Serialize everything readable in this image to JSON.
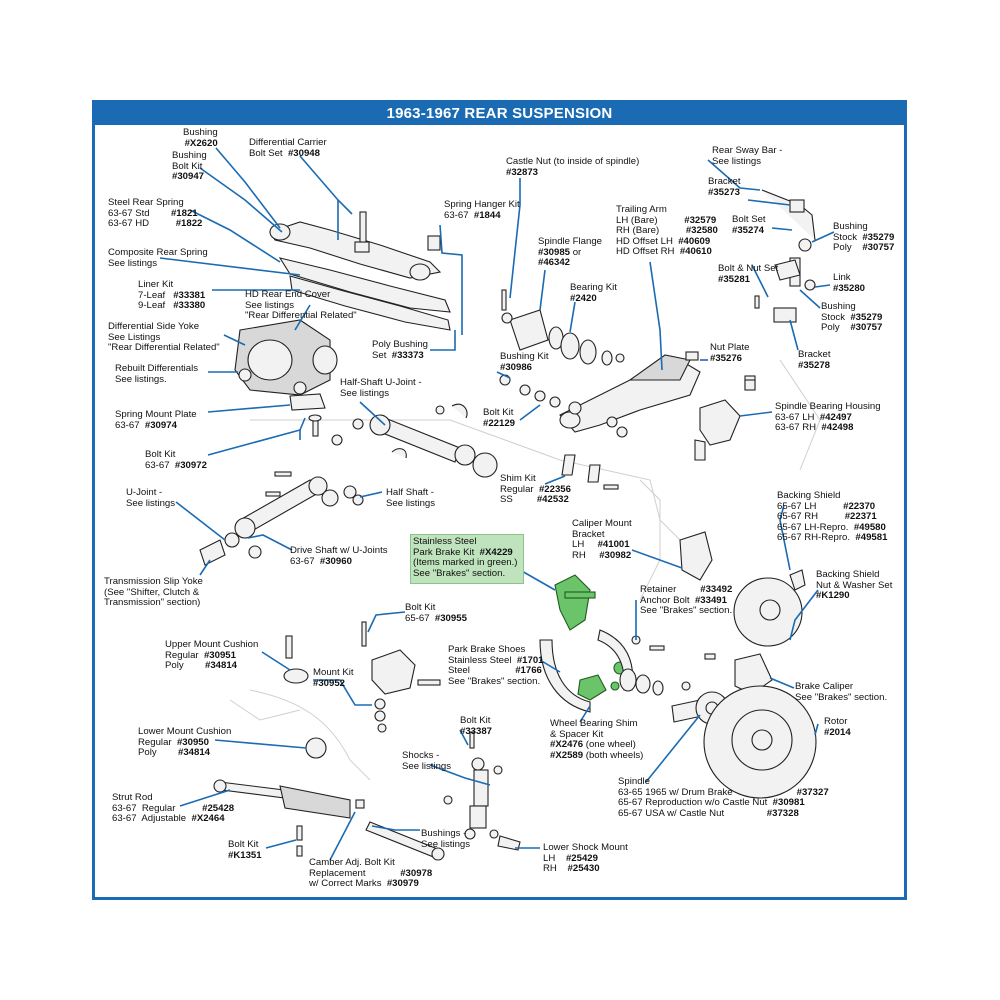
{
  "title": "1963-1967 REAR SUSPENSION",
  "colors": {
    "frame": "#1a6bb3",
    "leader": "#1a6bb3",
    "green_highlight": "#bfe3bd"
  },
  "labels": {
    "bushing_x2620": {
      "line1": "Bushing",
      "line2": "#X2620"
    },
    "bushing_bolt_kit": {
      "line1": "Bushing",
      "line2": "Bolt Kit",
      "line3": "#30947"
    },
    "diff_carrier_bolt_set": {
      "line1": "Differential Carrier",
      "line2": "Bolt Set",
      "part": "#30948"
    },
    "steel_rear_spring": {
      "line1": "Steel Rear Spring",
      "line2": "63-67 Std",
      "part2": "#1821",
      "line3": "63-67 HD",
      "part3": "#1822"
    },
    "composite_rear_spring": {
      "line1": "Composite Rear Spring",
      "line2": "See listings"
    },
    "liner_kit": {
      "line1": "Liner Kit",
      "line2": "7-Leaf",
      "part2": "#33381",
      "line3": "9-Leaf",
      "part3": "#33380"
    },
    "hd_rear_end_cover": {
      "line1": "HD Rear End Cover",
      "line2": "See listings",
      "line3": "\"Rear Differential Related\""
    },
    "diff_side_yoke": {
      "line1": "Differential Side Yoke",
      "line2": "See Listings",
      "line3": "\"Rear Differential Related\""
    },
    "rebuilt_differentials": {
      "line1": "Rebuilt Differentials",
      "line2": "See listings."
    },
    "spring_mount_plate": {
      "line1": "Spring Mount Plate",
      "line2": "63-67",
      "part": "#30974"
    },
    "bolt_kit_30972": {
      "line1": "Bolt Kit",
      "line2": "63-67",
      "part": "#30972"
    },
    "u_joint": {
      "line1": "U-Joint -",
      "line2": "See listings"
    },
    "trans_slip_yoke": {
      "line1": "Transmission Slip Yoke",
      "line2": "(See \"Shifter, Clutch &",
      "line3": "Transmission\" section)"
    },
    "drive_shaft": {
      "line1": "Drive Shaft w/ U-Joints",
      "line2": "63-67",
      "part": "#30960"
    },
    "half_shaft": {
      "line1": "Half Shaft -",
      "line2": "See listings"
    },
    "half_shaft_ujoint": {
      "line1": "Half-Shaft U-Joint -",
      "line2": "See listings"
    },
    "poly_bushing_set": {
      "line1": "Poly Bushing",
      "line2": "Set",
      "part": "#33373"
    },
    "spring_hanger_kit": {
      "line1": "Spring Hanger Kit",
      "line2": "63-67",
      "part": "#1844"
    },
    "castle_nut": {
      "line1": "Castle Nut (to inside of spindle)",
      "part": "#32873"
    },
    "spindle_flange": {
      "line1": "Spindle Flange",
      "part1": "#30985",
      "or": "or",
      "part2": "#46342"
    },
    "bearing_kit": {
      "line1": "Bearing Kit",
      "part": "#2420"
    },
    "bushing_kit_30986": {
      "line1": "Bushing Kit",
      "part": "#30986"
    },
    "bolt_kit_22129": {
      "line1": "Bolt Kit",
      "part": "#22129"
    },
    "trailing_arm": {
      "line1": "Trailing Arm",
      "r1": "LH (Bare)",
      "p1": "#32579",
      "r2": "RH (Bare)",
      "p2": "#32580",
      "r3": "HD Offset LH",
      "p3": "#40609",
      "r4": "HD Offset RH",
      "p4": "#40610"
    },
    "rear_sway_bar": {
      "line1": "Rear Sway Bar -",
      "line2": "See listings"
    },
    "bracket_35273": {
      "line1": "Bracket",
      "part": "#35273"
    },
    "bolt_set_35274": {
      "line1": "Bolt Set",
      "part": "#35274"
    },
    "bushing_35279_a": {
      "line1": "Bushing",
      "r1": "Stock",
      "p1": "#35279",
      "r2": "Poly",
      "p2": "#30757"
    },
    "link_35280": {
      "line1": "Link",
      "part": "#35280"
    },
    "bolt_nut_set": {
      "line1": "Bolt & Nut Set",
      "part": "#35281"
    },
    "bushing_35279_b": {
      "line1": "Bushing",
      "r1": "Stock",
      "p1": "#35279",
      "r2": "Poly",
      "p2": "#30757"
    },
    "bracket_35278": {
      "line1": "Bracket",
      "part": "#35278"
    },
    "nut_plate": {
      "line1": "Nut Plate",
      "part": "#35276"
    },
    "spindle_bearing_housing": {
      "line1": "Spindle Bearing Housing",
      "r1": "63-67 LH",
      "p1": "#42497",
      "r2": "63-67 RH",
      "p2": "#42498"
    },
    "shim_kit": {
      "line1": "Shim Kit",
      "r1": "Regular",
      "p1": "#22356",
      "r2": "SS",
      "p2": "#42532"
    },
    "backing_shield": {
      "line1": "Backing Shield",
      "r1": "65-67 LH",
      "p1": "#22370",
      "r2": "65-67 RH",
      "p2": "#22371",
      "r3": "65-67 LH-Repro.",
      "p3": "#49580",
      "r4": "65-67 RH-Repro.",
      "p4": "#49581"
    },
    "caliper_mount_bracket": {
      "line1": "Caliper Mount",
      "line2": "Bracket",
      "r1": "LH",
      "p1": "#41001",
      "r2": "RH",
      "p2": "#30982"
    },
    "ss_park_brake_kit": {
      "line1": "Stainless Steel",
      "line2": "Park Brake Kit",
      "part": "#X4229",
      "line3": "(Items marked in green.)",
      "line4": "See \"Brakes\" section."
    },
    "backing_shield_nut": {
      "line1": "Backing Shield",
      "line2": "Nut & Washer Set",
      "part": "#K1290"
    },
    "retainer_anchor": {
      "line1": "Retainer",
      "p1": "#33492",
      "line2": "Anchor Bolt",
      "p2": "#33491",
      "line3": "See \"Brakes\" section."
    },
    "bolt_kit_30955": {
      "line1": "Bolt Kit",
      "line2": "65-67",
      "part": "#30955"
    },
    "upper_mount_cushion": {
      "line1": "Upper Mount Cushion",
      "r1": "Regular",
      "p1": "#30951",
      "r2": "Poly",
      "p2": "#34814"
    },
    "mount_kit": {
      "line1": "Mount Kit",
      "part": "#30952"
    },
    "park_brake_shoes": {
      "line1": "Park Brake Shoes",
      "r1": "Stainless Steel",
      "p1": "#1701",
      "r2": "Steel",
      "p2": "#1766",
      "line2": "See \"Brakes\" section."
    },
    "brake_caliper": {
      "line1": "Brake Caliper",
      "line2": "See \"Brakes\" section."
    },
    "lower_mount_cushion": {
      "line1": "Lower Mount Cushion",
      "r1": "Regular",
      "p1": "#30950",
      "r2": "Poly",
      "p2": "#34814"
    },
    "bolt_kit_33387": {
      "line1": "Bolt Kit",
      "part": "#33387"
    },
    "wheel_bearing_shim": {
      "line1": "Wheel Bearing Shim",
      "line2": "& Spacer Kit",
      "p1": "#X2476",
      "n1": "(one wheel)",
      "p2": "#X2589",
      "n2": "(both wheels)"
    },
    "rotor": {
      "line1": "Rotor",
      "part": "#2014"
    },
    "shocks": {
      "line1": "Shocks -",
      "line2": "See listings"
    },
    "strut_rod": {
      "line1": "Strut Rod",
      "r1": "63-67  Regular",
      "p1": "#25428",
      "r2": "63-67  Adjustable",
      "p2": "#X2464"
    },
    "spindle": {
      "line1": "Spindle",
      "r1": "63-65 1965 w/ Drum Brake",
      "p1": "#37327",
      "r2": "65-67 Reproduction w/o Castle Nut",
      "p2": "#30981",
      "r3": "65-67 USA w/ Castle Nut",
      "p3": "#37328"
    },
    "bushings": {
      "line1": "Bushings -",
      "line2": "See listings"
    },
    "lower_shock_mount": {
      "line1": "Lower Shock Mount",
      "r1": "LH",
      "p1": "#25429",
      "r2": "RH",
      "p2": "#25430"
    },
    "bolt_kit_k1351": {
      "line1": "Bolt Kit",
      "part": "#K1351"
    },
    "camber_adj_bolt_kit": {
      "line1": "Camber Adj. Bolt Kit",
      "r1": "Replacement",
      "p1": "#30978",
      "r2": "w/ Correct Marks",
      "p2": "#30979"
    }
  }
}
